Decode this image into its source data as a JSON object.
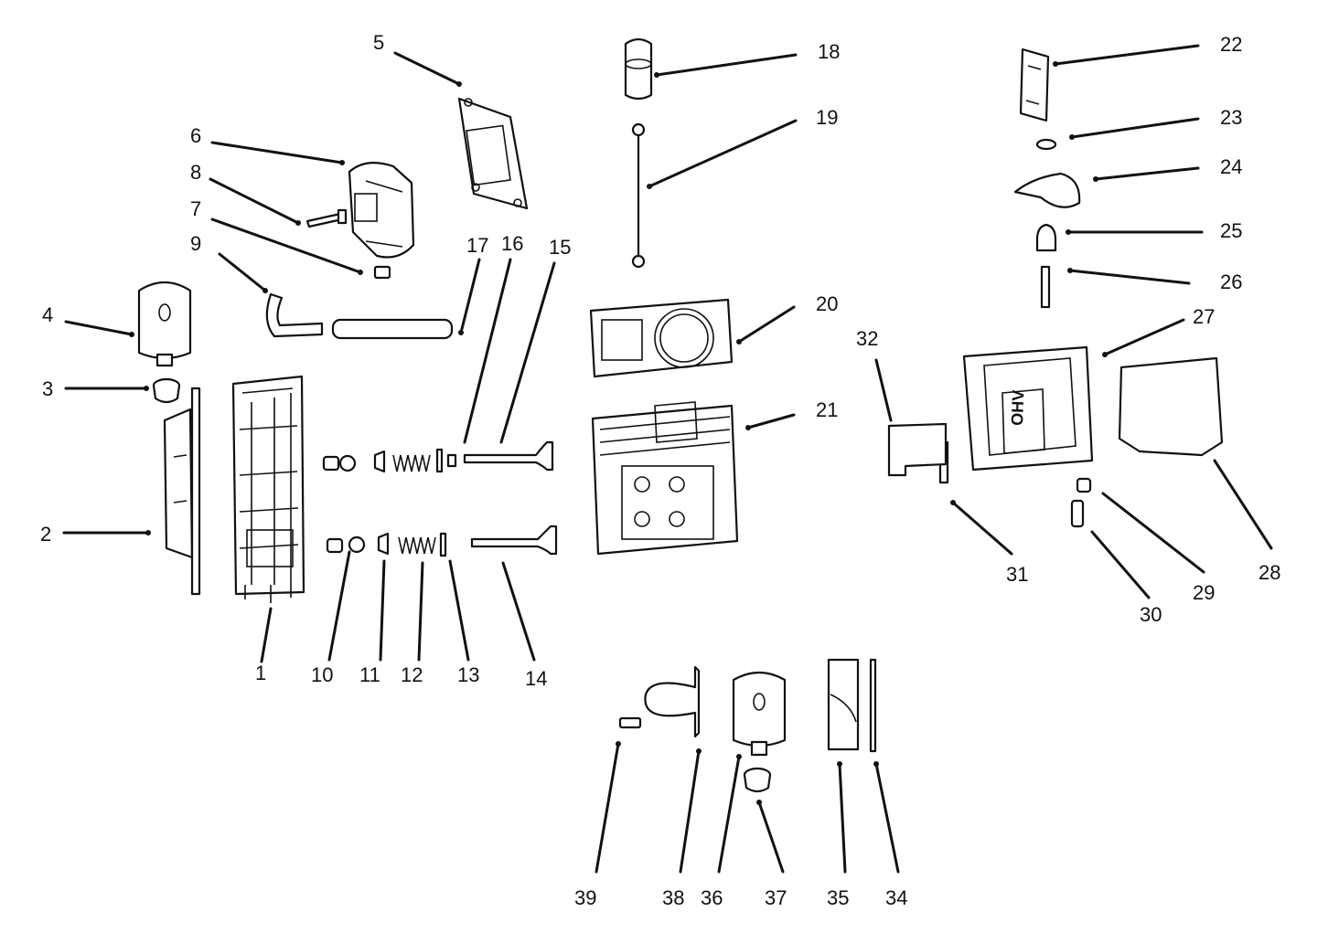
{
  "diagram": {
    "callouts": [
      {
        "id": "p1",
        "label": "1"
      },
      {
        "id": "p2",
        "label": "2"
      },
      {
        "id": "p3",
        "label": "3"
      },
      {
        "id": "p4",
        "label": "4"
      },
      {
        "id": "p5",
        "label": "5"
      },
      {
        "id": "p6",
        "label": "6"
      },
      {
        "id": "p7",
        "label": "7"
      },
      {
        "id": "p8",
        "label": "8"
      },
      {
        "id": "p9",
        "label": "9"
      },
      {
        "id": "p10",
        "label": "10"
      },
      {
        "id": "p11",
        "label": "11"
      },
      {
        "id": "p12",
        "label": "12"
      },
      {
        "id": "p13",
        "label": "13"
      },
      {
        "id": "p14",
        "label": "14"
      },
      {
        "id": "p15",
        "label": "15"
      },
      {
        "id": "p16",
        "label": "16"
      },
      {
        "id": "p17",
        "label": "17"
      },
      {
        "id": "p18",
        "label": "18"
      },
      {
        "id": "p19",
        "label": "19"
      },
      {
        "id": "p20",
        "label": "20"
      },
      {
        "id": "p21",
        "label": "21"
      },
      {
        "id": "p22",
        "label": "22"
      },
      {
        "id": "p23",
        "label": "23"
      },
      {
        "id": "p24",
        "label": "24"
      },
      {
        "id": "p25",
        "label": "25"
      },
      {
        "id": "p26",
        "label": "26"
      },
      {
        "id": "p27",
        "label": "27"
      },
      {
        "id": "p28",
        "label": "28"
      },
      {
        "id": "p29",
        "label": "29"
      },
      {
        "id": "p30",
        "label": "30"
      },
      {
        "id": "p31",
        "label": "31"
      },
      {
        "id": "p32",
        "label": "32"
      },
      {
        "id": "p34",
        "label": "34"
      },
      {
        "id": "p35",
        "label": "35"
      },
      {
        "id": "p36",
        "label": "36"
      },
      {
        "id": "p37",
        "label": "37"
      },
      {
        "id": "p38",
        "label": "38"
      },
      {
        "id": "p39",
        "label": "39"
      }
    ],
    "cover_logo_text": "OHV"
  }
}
